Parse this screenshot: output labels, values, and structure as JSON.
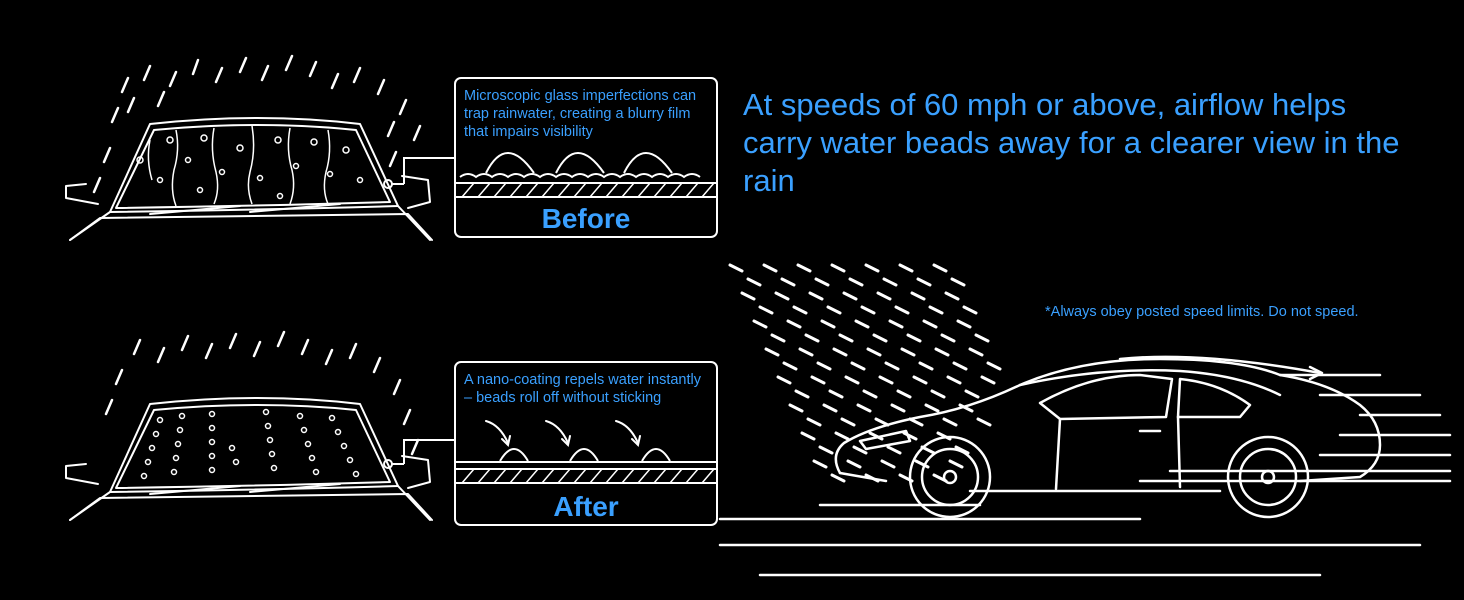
{
  "before_panel": {
    "caption": "Microscopic glass imperfections can trap rainwater, creating a blurry film that impairs visibility",
    "label": "Before"
  },
  "after_panel": {
    "caption": "A nano-coating repels water instantly – beads roll off without sticking",
    "label": "After"
  },
  "headline": "At speeds of 60 mph or above, airflow helps carry water beads away for a clearer view in the rain",
  "disclaimer": "*Always obey posted speed limits. Do not speed.",
  "colors": {
    "background": "#000000",
    "line_art": "#ffffff",
    "accent_text": "#3aa0ff"
  },
  "icons": [
    "rainy-windshield-before-illustration",
    "beaded-windshield-after-illustration",
    "sports-car-illustration",
    "water-bead-icon",
    "arrow-icon"
  ]
}
